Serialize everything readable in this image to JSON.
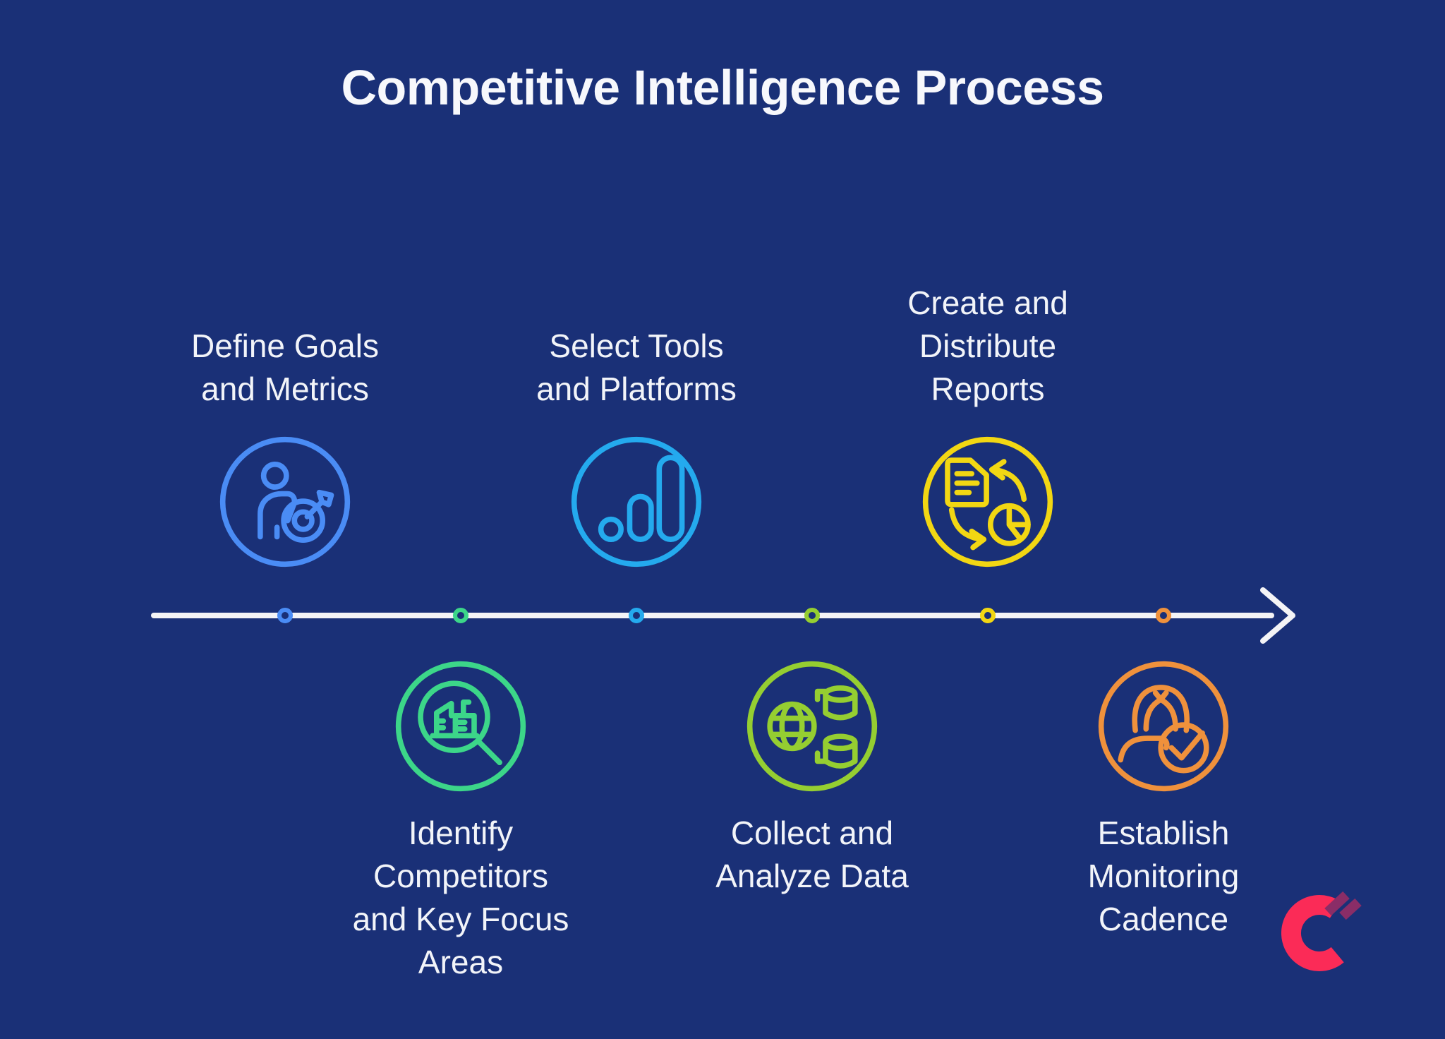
{
  "background": "#1A3077",
  "title": {
    "text": "Competitive Intelligence Process",
    "color": "#F7F8FC"
  },
  "timeline": {
    "color": "#F4F4F6",
    "direction": "left-to-right",
    "arrow_icon": "arrow-right-icon"
  },
  "steps": [
    {
      "id": "define-goals",
      "label": "Define Goals\nand Metrics",
      "icon": "person-target-icon",
      "color": "#4A8CF5",
      "side": "above"
    },
    {
      "id": "identify-competitors",
      "label": "Identify\nCompetitors\nand Key Focus\nAreas",
      "icon": "magnifier-buildings-icon",
      "color": "#3CD689",
      "side": "below"
    },
    {
      "id": "select-tools",
      "label": "Select Tools\nand Platforms",
      "icon": "analytics-bars-icon",
      "color": "#24AAEE",
      "side": "above"
    },
    {
      "id": "collect-analyze",
      "label": "Collect and\nAnalyze Data",
      "icon": "globe-database-icon",
      "color": "#95CE31",
      "side": "below"
    },
    {
      "id": "create-reports",
      "label": "Create and\nDistribute\nReports",
      "icon": "report-cycle-icon",
      "color": "#F2D713",
      "side": "above"
    },
    {
      "id": "establish-cadence",
      "label": "Establish\nMonitoring\nCadence",
      "icon": "person-check-icon",
      "color": "#EF913C",
      "side": "below"
    }
  ],
  "logo": {
    "name": "brand-c-logo",
    "primary_color": "#FB2B57",
    "stripe_color": "#8A2D67"
  }
}
